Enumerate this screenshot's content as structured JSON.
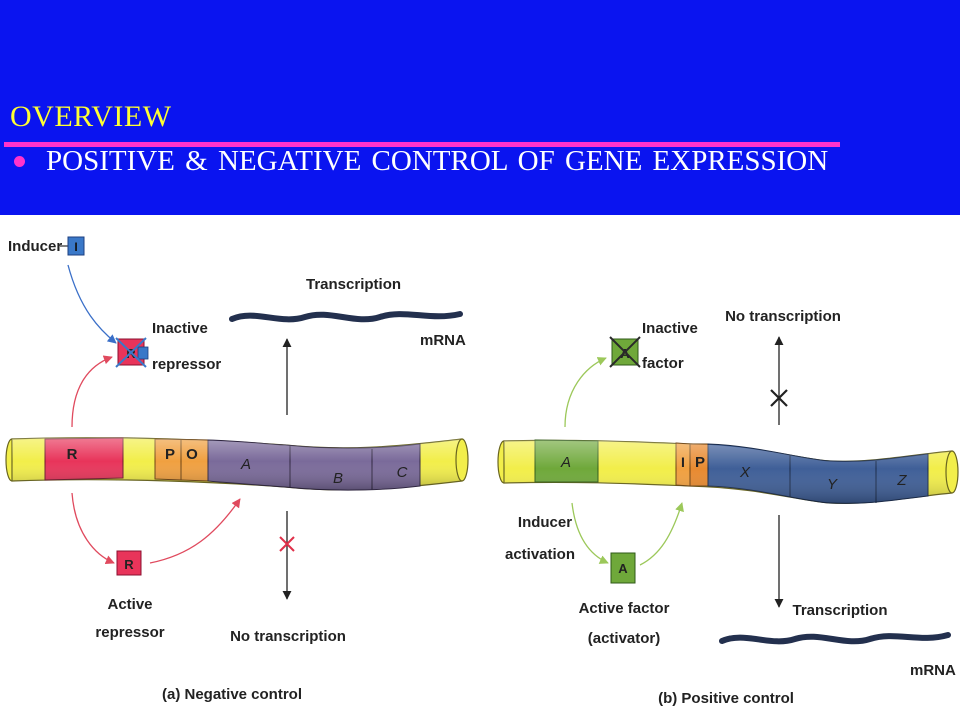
{
  "slide": {
    "title": "OVERVIEW",
    "subtitle": "POSITIVE & NEGATIVE CONTROL OF GENE EXPRESSION"
  },
  "colors": {
    "header_bg": "#0a14f0",
    "title": "#ffff33",
    "accent": "#ff33cc",
    "subtitle": "#ffffff",
    "dna_yellow": "#f2ee4a",
    "repressor_red": "#e8345a",
    "activator_green": "#6fa83a",
    "gene_purple": "#7a6a9a",
    "gene_blue": "#3f5f98"
  },
  "negative": {
    "inducer_label": "Inducer",
    "inducer_symbol": "I",
    "inactive_label_1": "Inactive",
    "inactive_label_2": "repressor",
    "repressor_symbol": "R",
    "active_label_1": "Active",
    "active_label_2": "repressor",
    "segments": {
      "r": "R",
      "p": "P",
      "o": "O",
      "a": "A",
      "b": "B",
      "c": "C"
    },
    "transcription": "Transcription",
    "mrna": "mRNA",
    "no_transcription": "No transcription",
    "caption": "(a) Negative control"
  },
  "positive": {
    "inactive_label_1": "Inactive",
    "inactive_label_2": "factor",
    "activator_symbol": "A",
    "inducer_activation_1": "Inducer",
    "inducer_activation_2": "activation",
    "active_label_1": "Active factor",
    "active_label_2": "(activator)",
    "segments": {
      "a": "A",
      "i": "I",
      "p": "P",
      "x": "X",
      "y": "Y",
      "z": "Z"
    },
    "no_transcription": "No transcription",
    "transcription": "Transcription",
    "mrna": "mRNA",
    "caption": "(b) Positive control"
  }
}
